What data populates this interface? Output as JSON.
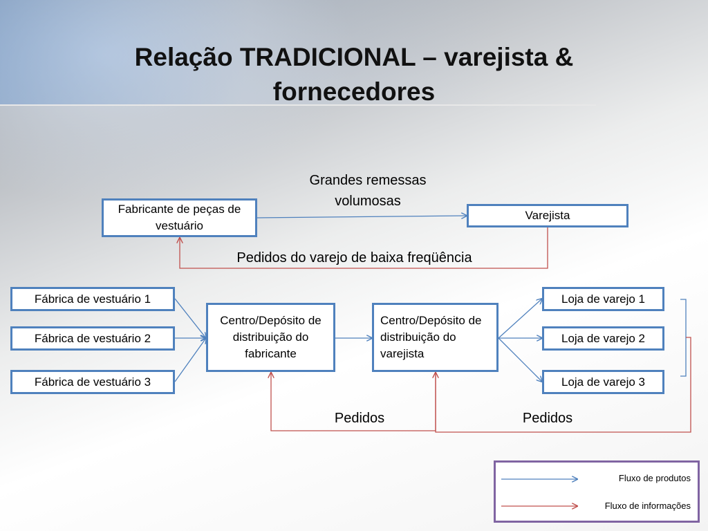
{
  "slide": {
    "title": "Relação TRADICIONAL – varejista & fornecedores"
  },
  "top_flow": {
    "manufacturer": "Fabricante de peças de vestuário",
    "retailer": "Varejista",
    "shipment_label": "Grandes remessas volumosas",
    "orders_label": "Pedidos do varejo de baixa freqüência"
  },
  "factories": [
    "Fábrica de vestuário 1",
    "Fábrica de vestuário 2",
    "Fábrica de vestuário 3"
  ],
  "distribution_centers": {
    "manufacturer": "Centro/Depósito de distribuição do fabricante",
    "retailer": "Centro/Depósito de distribuição do varejista"
  },
  "stores": [
    "Loja de varejo 1",
    "Loja de varejo 2",
    "Loja de varejo 3"
  ],
  "bottom_labels": {
    "orders_left": "Pedidos",
    "orders_right": "Pedidos"
  },
  "legend": {
    "products": "Fluxo de produtos",
    "information": "Fluxo de informações"
  },
  "colors": {
    "product_flow": "#4f81bd",
    "information_flow": "#c0504d",
    "legend_border": "#8064a2"
  }
}
